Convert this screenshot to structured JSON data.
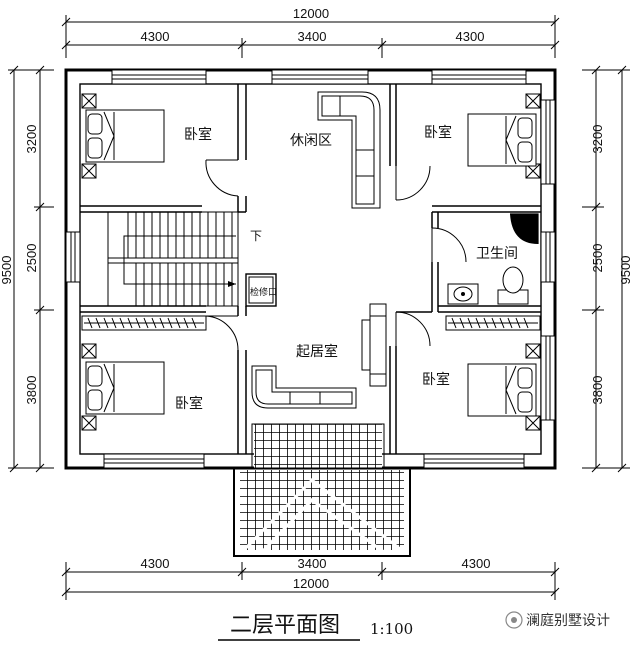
{
  "drawing": {
    "title": "二层平面图",
    "scale": "1:100",
    "watermark": "澜庭别墅设计"
  },
  "dimensions": {
    "top_total": "12000",
    "top_segments": [
      "4300",
      "3400",
      "4300"
    ],
    "bottom_segments": [
      "4300",
      "3400",
      "4300"
    ],
    "bottom_total": "12000",
    "left_total": "9500",
    "left_segments": [
      "3200",
      "2500",
      "3800"
    ],
    "right_segments": [
      "3200",
      "2500",
      "3800"
    ],
    "right_total": "9500"
  },
  "rooms": {
    "bedroom_top_left": "卧室",
    "leisure_area": "休闲区",
    "bedroom_top_right": "卧室",
    "bathroom": "卫生间",
    "stair_down": "下",
    "maintenance_opening": "检修口",
    "living_room": "起居室",
    "bedroom_bottom_left": "卧室",
    "bedroom_bottom_right": "卧室"
  }
}
